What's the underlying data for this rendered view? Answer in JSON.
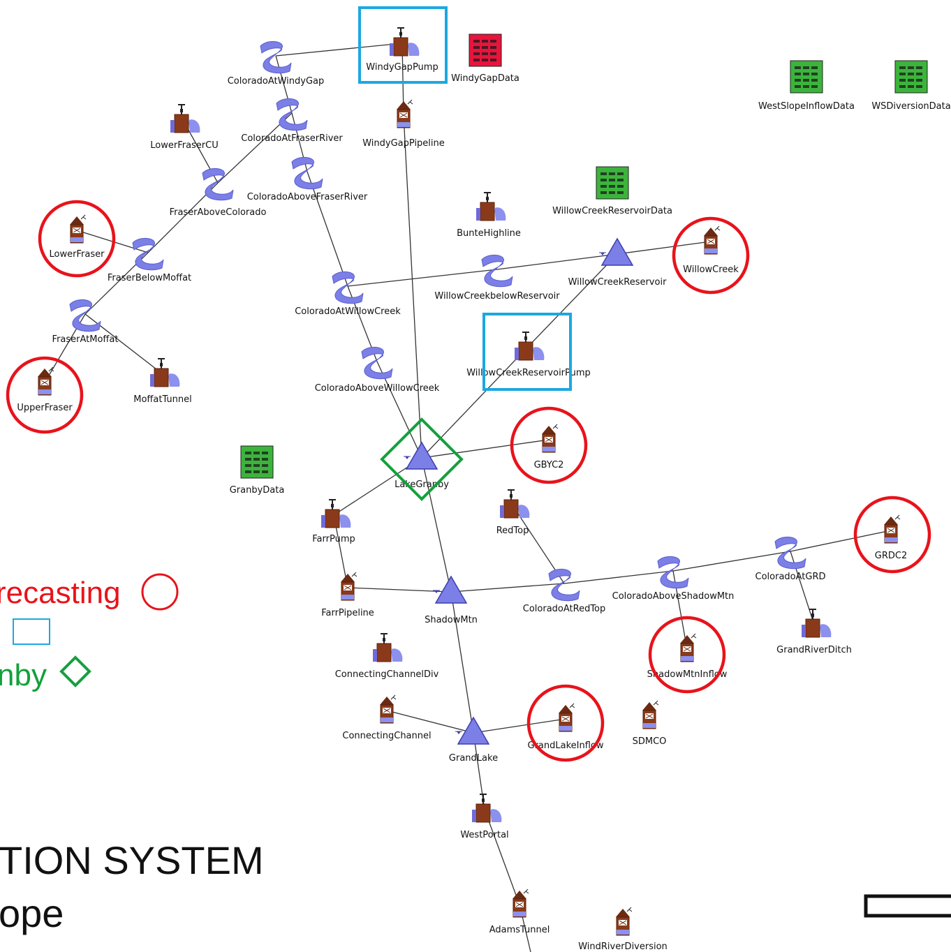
{
  "diagram": {
    "nodes": [
      {
        "id": "WindyGapPump",
        "label": "WindyGapPump",
        "type": "pump"
      },
      {
        "id": "WindyGapData",
        "label": "WindyGapData",
        "type": "data",
        "color": "#e8143c"
      },
      {
        "id": "ColoradoAtWindyGap",
        "label": "ColoradoAtWindyGap",
        "type": "reach"
      },
      {
        "id": "ColoradoAtFraserRiver",
        "label": "ColoradoAtFraserRiver",
        "type": "reach"
      },
      {
        "id": "WindyGapPipeline",
        "label": "WindyGapPipeline",
        "type": "supply"
      },
      {
        "id": "LowerFraserCU",
        "label": "LowerFraserCU",
        "type": "pump"
      },
      {
        "id": "ColoradoAboveFraserRiver",
        "label": "ColoradoAboveFraserRiver",
        "type": "reach"
      },
      {
        "id": "FraserAboveColorado",
        "label": "FraserAboveColorado",
        "type": "reach"
      },
      {
        "id": "WestSlopeInflowData",
        "label": "WestSlopeInflowData",
        "type": "data",
        "color": "#3cb43c"
      },
      {
        "id": "WSDiversionData",
        "label": "WSDiversionData",
        "type": "data",
        "color": "#3cb43c"
      },
      {
        "id": "WillowCreekReservoirData",
        "label": "WillowCreekReservoirData",
        "type": "data",
        "color": "#3cb43c"
      },
      {
        "id": "BunteHighline",
        "label": "BunteHighline",
        "type": "pump"
      },
      {
        "id": "LowerFraser",
        "label": "LowerFraser",
        "type": "supply"
      },
      {
        "id": "FraserBelowMoffat",
        "label": "FraserBelowMoffat",
        "type": "reach"
      },
      {
        "id": "WillowCreekReservoir",
        "label": "WillowCreekReservoir",
        "type": "reservoir"
      },
      {
        "id": "WillowCreek",
        "label": "WillowCreek",
        "type": "supply"
      },
      {
        "id": "WillowCreekbelowReservoir",
        "label": "WillowCreekbelowReservoir",
        "type": "reach"
      },
      {
        "id": "ColoradoAtWillowCreek",
        "label": "ColoradoAtWillowCreek",
        "type": "reach"
      },
      {
        "id": "FraserAtMoffat",
        "label": "FraserAtMoffat",
        "type": "reach"
      },
      {
        "id": "MoffatTunnel",
        "label": "MoffatTunnel",
        "type": "pump"
      },
      {
        "id": "UpperFraser",
        "label": "UpperFraser",
        "type": "supply"
      },
      {
        "id": "WillowCreekReservoirPump",
        "label": "WillowCreekReservoirPump",
        "type": "pump"
      },
      {
        "id": "ColoradoAboveWillowCreek",
        "label": "ColoradoAboveWillowCreek",
        "type": "reach"
      },
      {
        "id": "GBYC2",
        "label": "GBYC2",
        "type": "supply"
      },
      {
        "id": "LakeGranby",
        "label": "LakeGranby",
        "type": "reservoir"
      },
      {
        "id": "GranbyData",
        "label": "GranbyData",
        "type": "data",
        "color": "#3cb43c"
      },
      {
        "id": "FarrPump",
        "label": "FarrPump",
        "type": "pump"
      },
      {
        "id": "RedTop",
        "label": "RedTop",
        "type": "pump"
      },
      {
        "id": "GRDC2",
        "label": "GRDC2",
        "type": "supply"
      },
      {
        "id": "ColoradoAtGRD",
        "label": "ColoradoAtGRD",
        "type": "reach"
      },
      {
        "id": "FarrPipeline",
        "label": "FarrPipeline",
        "type": "supply"
      },
      {
        "id": "ShadowMtn",
        "label": "ShadowMtn",
        "type": "reservoir"
      },
      {
        "id": "ColoradoAtRedTop",
        "label": "ColoradoAtRedTop",
        "type": "reach"
      },
      {
        "id": "ColoradoAboveShadowMtn",
        "label": "ColoradoAboveShadowMtn",
        "type": "reach"
      },
      {
        "id": "GrandRiverDitch",
        "label": "GrandRiverDitch",
        "type": "pump"
      },
      {
        "id": "ConnectingChannelDiv",
        "label": "ConnectingChannelDiv",
        "type": "pump"
      },
      {
        "id": "ShadowMtnInflow",
        "label": "ShadowMtnInflow",
        "type": "supply"
      },
      {
        "id": "ConnectingChannel",
        "label": "ConnectingChannel",
        "type": "supply"
      },
      {
        "id": "GrandLake",
        "label": "GrandLake",
        "type": "reservoir"
      },
      {
        "id": "GrandLakeInflow",
        "label": "GrandLakeInflow",
        "type": "supply"
      },
      {
        "id": "SDMCO",
        "label": "SDMCO",
        "type": "supply"
      },
      {
        "id": "WestPortal",
        "label": "WestPortal",
        "type": "pump"
      },
      {
        "id": "AdamsTunnel",
        "label": "AdamsTunnel",
        "type": "supply"
      },
      {
        "id": "WindRiverDiversion",
        "label": "WindRiverDiversion",
        "type": "supply"
      }
    ],
    "edges": [
      [
        "ColoradoAtWindyGap",
        "WindyGapPump"
      ],
      [
        "ColoradoAtWindyGap",
        "ColoradoAtFraserRiver"
      ],
      [
        "WindyGapPump",
        "WindyGapPipeline"
      ],
      [
        "WindyGapPipeline",
        "LakeGranby"
      ],
      [
        "ColoradoAtFraserRiver",
        "FraserAboveColorado"
      ],
      [
        "ColoradoAtFraserRiver",
        "ColoradoAboveFraserRiver"
      ],
      [
        "LowerFraserCU",
        "FraserAboveColorado"
      ],
      [
        "FraserAboveColorado",
        "FraserBelowMoffat"
      ],
      [
        "ColoradoAboveFraserRiver",
        "ColoradoAtWillowCreek"
      ],
      [
        "LowerFraser",
        "FraserBelowMoffat"
      ],
      [
        "FraserBelowMoffat",
        "FraserAtMoffat"
      ],
      [
        "FraserAtMoffat",
        "UpperFraser"
      ],
      [
        "FraserAtMoffat",
        "MoffatTunnel"
      ],
      [
        "WillowCreek",
        "WillowCreekReservoir"
      ],
      [
        "WillowCreekReservoir",
        "WillowCreekbelowReservoir"
      ],
      [
        "WillowCreekbelowReservoir",
        "ColoradoAtWillowCreek"
      ],
      [
        "ColoradoAtWillowCreek",
        "ColoradoAboveWillowCreek"
      ],
      [
        "ColoradoAboveWillowCreek",
        "LakeGranby"
      ],
      [
        "WillowCreekReservoir",
        "WillowCreekReservoirPump"
      ],
      [
        "WillowCreekReservoirPump",
        "LakeGranby"
      ],
      [
        "GBYC2",
        "LakeGranby"
      ],
      [
        "LakeGranby",
        "FarrPump"
      ],
      [
        "LakeGranby",
        "ShadowMtn"
      ],
      [
        "FarrPump",
        "FarrPipeline"
      ],
      [
        "FarrPipeline",
        "ShadowMtn"
      ],
      [
        "RedTop",
        "ColoradoAtRedTop"
      ],
      [
        "ShadowMtn",
        "ColoradoAtRedTop"
      ],
      [
        "ColoradoAtRedTop",
        "ColoradoAboveShadowMtn"
      ],
      [
        "ColoradoAboveShadowMtn",
        "ColoradoAtGRD"
      ],
      [
        "ColoradoAtGRD",
        "GRDC2"
      ],
      [
        "ColoradoAtGRD",
        "GrandRiverDitch"
      ],
      [
        "ColoradoAboveShadowMtn",
        "ShadowMtnInflow"
      ],
      [
        "ShadowMtn",
        "GrandLake"
      ],
      [
        "ConnectingChannel",
        "GrandLake"
      ],
      [
        "GrandLakeInflow",
        "GrandLake"
      ],
      [
        "GrandLake",
        "WestPortal"
      ],
      [
        "WestPortal",
        "AdamsTunnel"
      ],
      [
        "AdamsTunnel",
        "AdamsTunnelBelow"
      ]
    ],
    "highlights": {
      "circle_color": "#e8131b",
      "box_color": "#1ba8e0",
      "diamond_color": "#14a03c",
      "circled": [
        "LowerFraser",
        "UpperFraser",
        "WillowCreek",
        "GBYC2",
        "GRDC2",
        "ShadowMtnInflow",
        "GrandLakeInflow"
      ],
      "boxed": [
        "WindyGapPump",
        "WillowCreekReservoirPump"
      ],
      "diamond": [
        "LakeGranby"
      ]
    }
  },
  "legend": {
    "forecasting_text": "recasting",
    "granby_text": "nby"
  },
  "title": {
    "line1": "TION SYSTEM",
    "line2": "ope"
  }
}
